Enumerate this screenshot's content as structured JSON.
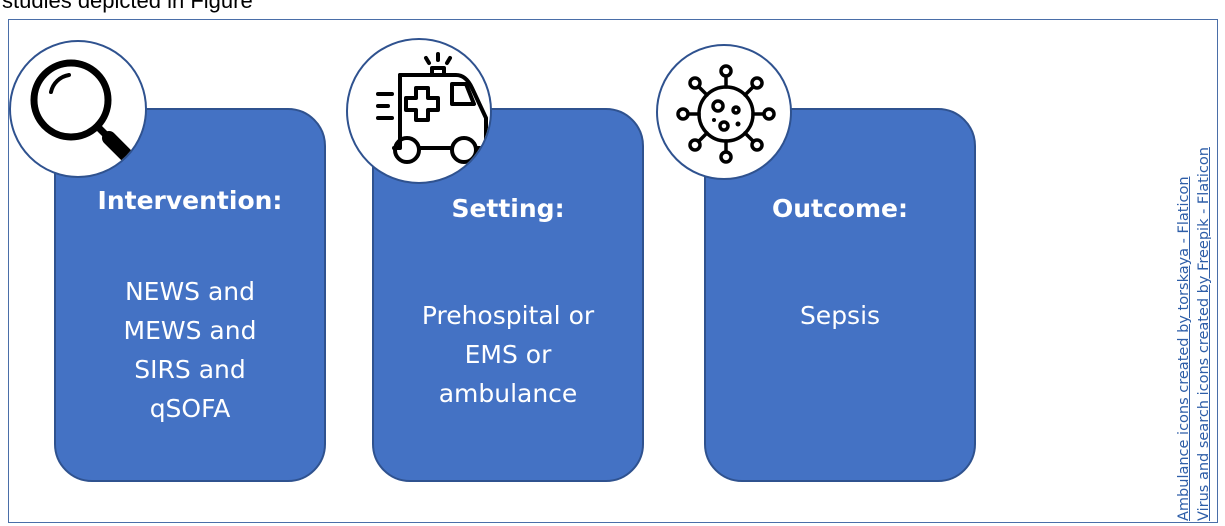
{
  "caption_fragment": "studies depicted in Figure",
  "cards": [
    {
      "icon": "magnifying-glass-icon",
      "title": "Intervention:",
      "body": "NEWS and\nMEWS and\nSIRS and\nqSOFA"
    },
    {
      "icon": "ambulance-icon",
      "title": "Setting:",
      "body": "Prehospital or\nEMS or\nambulance"
    },
    {
      "icon": "virus-icon",
      "title": "Outcome:",
      "body": "Sepsis"
    }
  ],
  "credits": [
    "Ambulance icons created by torskaya - Flaticon",
    "Virus and search icons created by Freepik - Flaticon"
  ],
  "colors": {
    "card_fill": "#4472c4",
    "card_border": "#2f528f",
    "card_text": "#ffffff",
    "link": "#2e5ea8"
  }
}
